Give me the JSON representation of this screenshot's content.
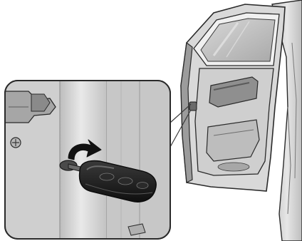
{
  "figure": {
    "kind": "technical-illustration",
    "text_labels": [],
    "colors": {
      "background": "#ffffff",
      "outline": "#2a2a2a",
      "body_light": "#dcdcdc",
      "body_mid": "#b9b9b9",
      "body_dark": "#8c8c8c",
      "glass": "#c9c9c9",
      "key_fob": "#1e1e1e",
      "arrow": "#111111"
    },
    "parts": {
      "car": "rear-door-open",
      "inset": "child-lock-detail",
      "tool": "key-fob",
      "action": "rotate-arrow"
    }
  }
}
